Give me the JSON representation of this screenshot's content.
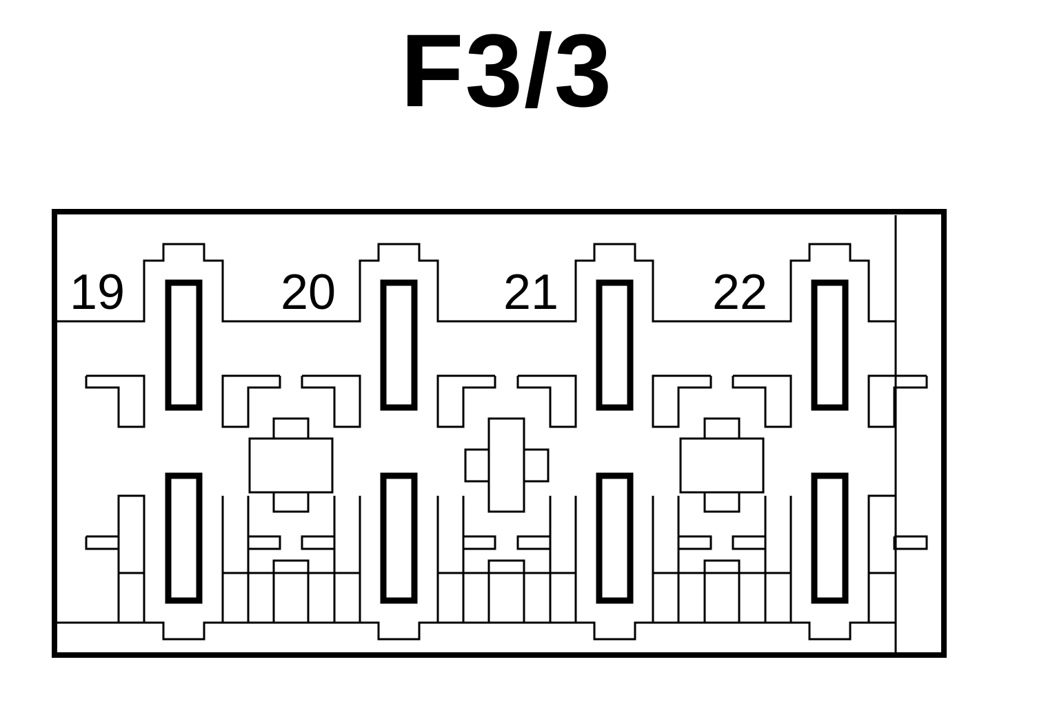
{
  "diagram": {
    "title": "F3/3",
    "slots": [
      {
        "label": "19"
      },
      {
        "label": "20"
      },
      {
        "label": "21"
      },
      {
        "label": "22"
      }
    ]
  },
  "colors": {
    "line": "#000000",
    "background": "#ffffff"
  }
}
